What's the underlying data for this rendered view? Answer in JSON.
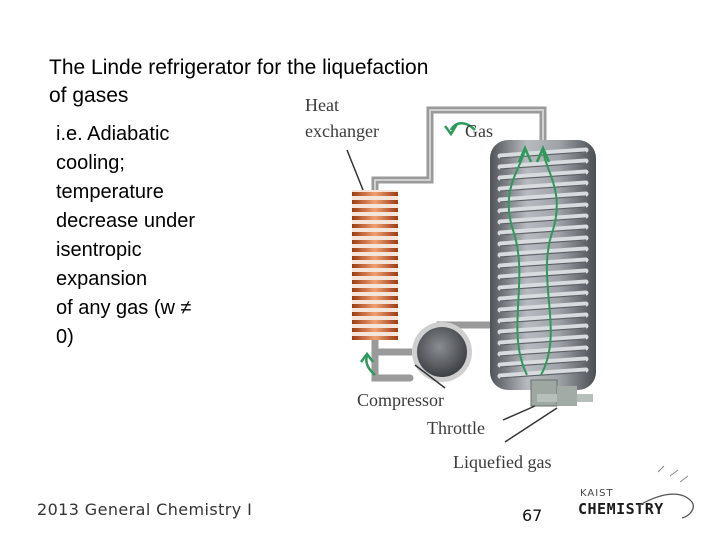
{
  "slide": {
    "title_line1": "The Linde refrigerator for the liquefaction",
    "title_line2": "of gases",
    "body_lines": [
      "i.e. Adiabatic",
      "cooling;",
      "temperature",
      "decrease under",
      "isentropic",
      "expansion",
      "of any gas (w ≠",
      "0)"
    ],
    "footer": "2013 General Chemistry I",
    "page_number": "67"
  },
  "diagram": {
    "label_heat": "Heat",
    "label_exchanger": "exchanger",
    "label_gas": "Gas",
    "label_compressor": "Compressor",
    "label_throttle": "Throttle",
    "label_liquefied": "Liquefied gas",
    "colors": {
      "pipe": "#9a9a9a",
      "coil": "#c9551e",
      "arrow": "#2e9a5a",
      "vessel": "#7b7f84"
    }
  },
  "logo": {
    "line1": "KAIST",
    "line2": "CHEMISTRY"
  }
}
